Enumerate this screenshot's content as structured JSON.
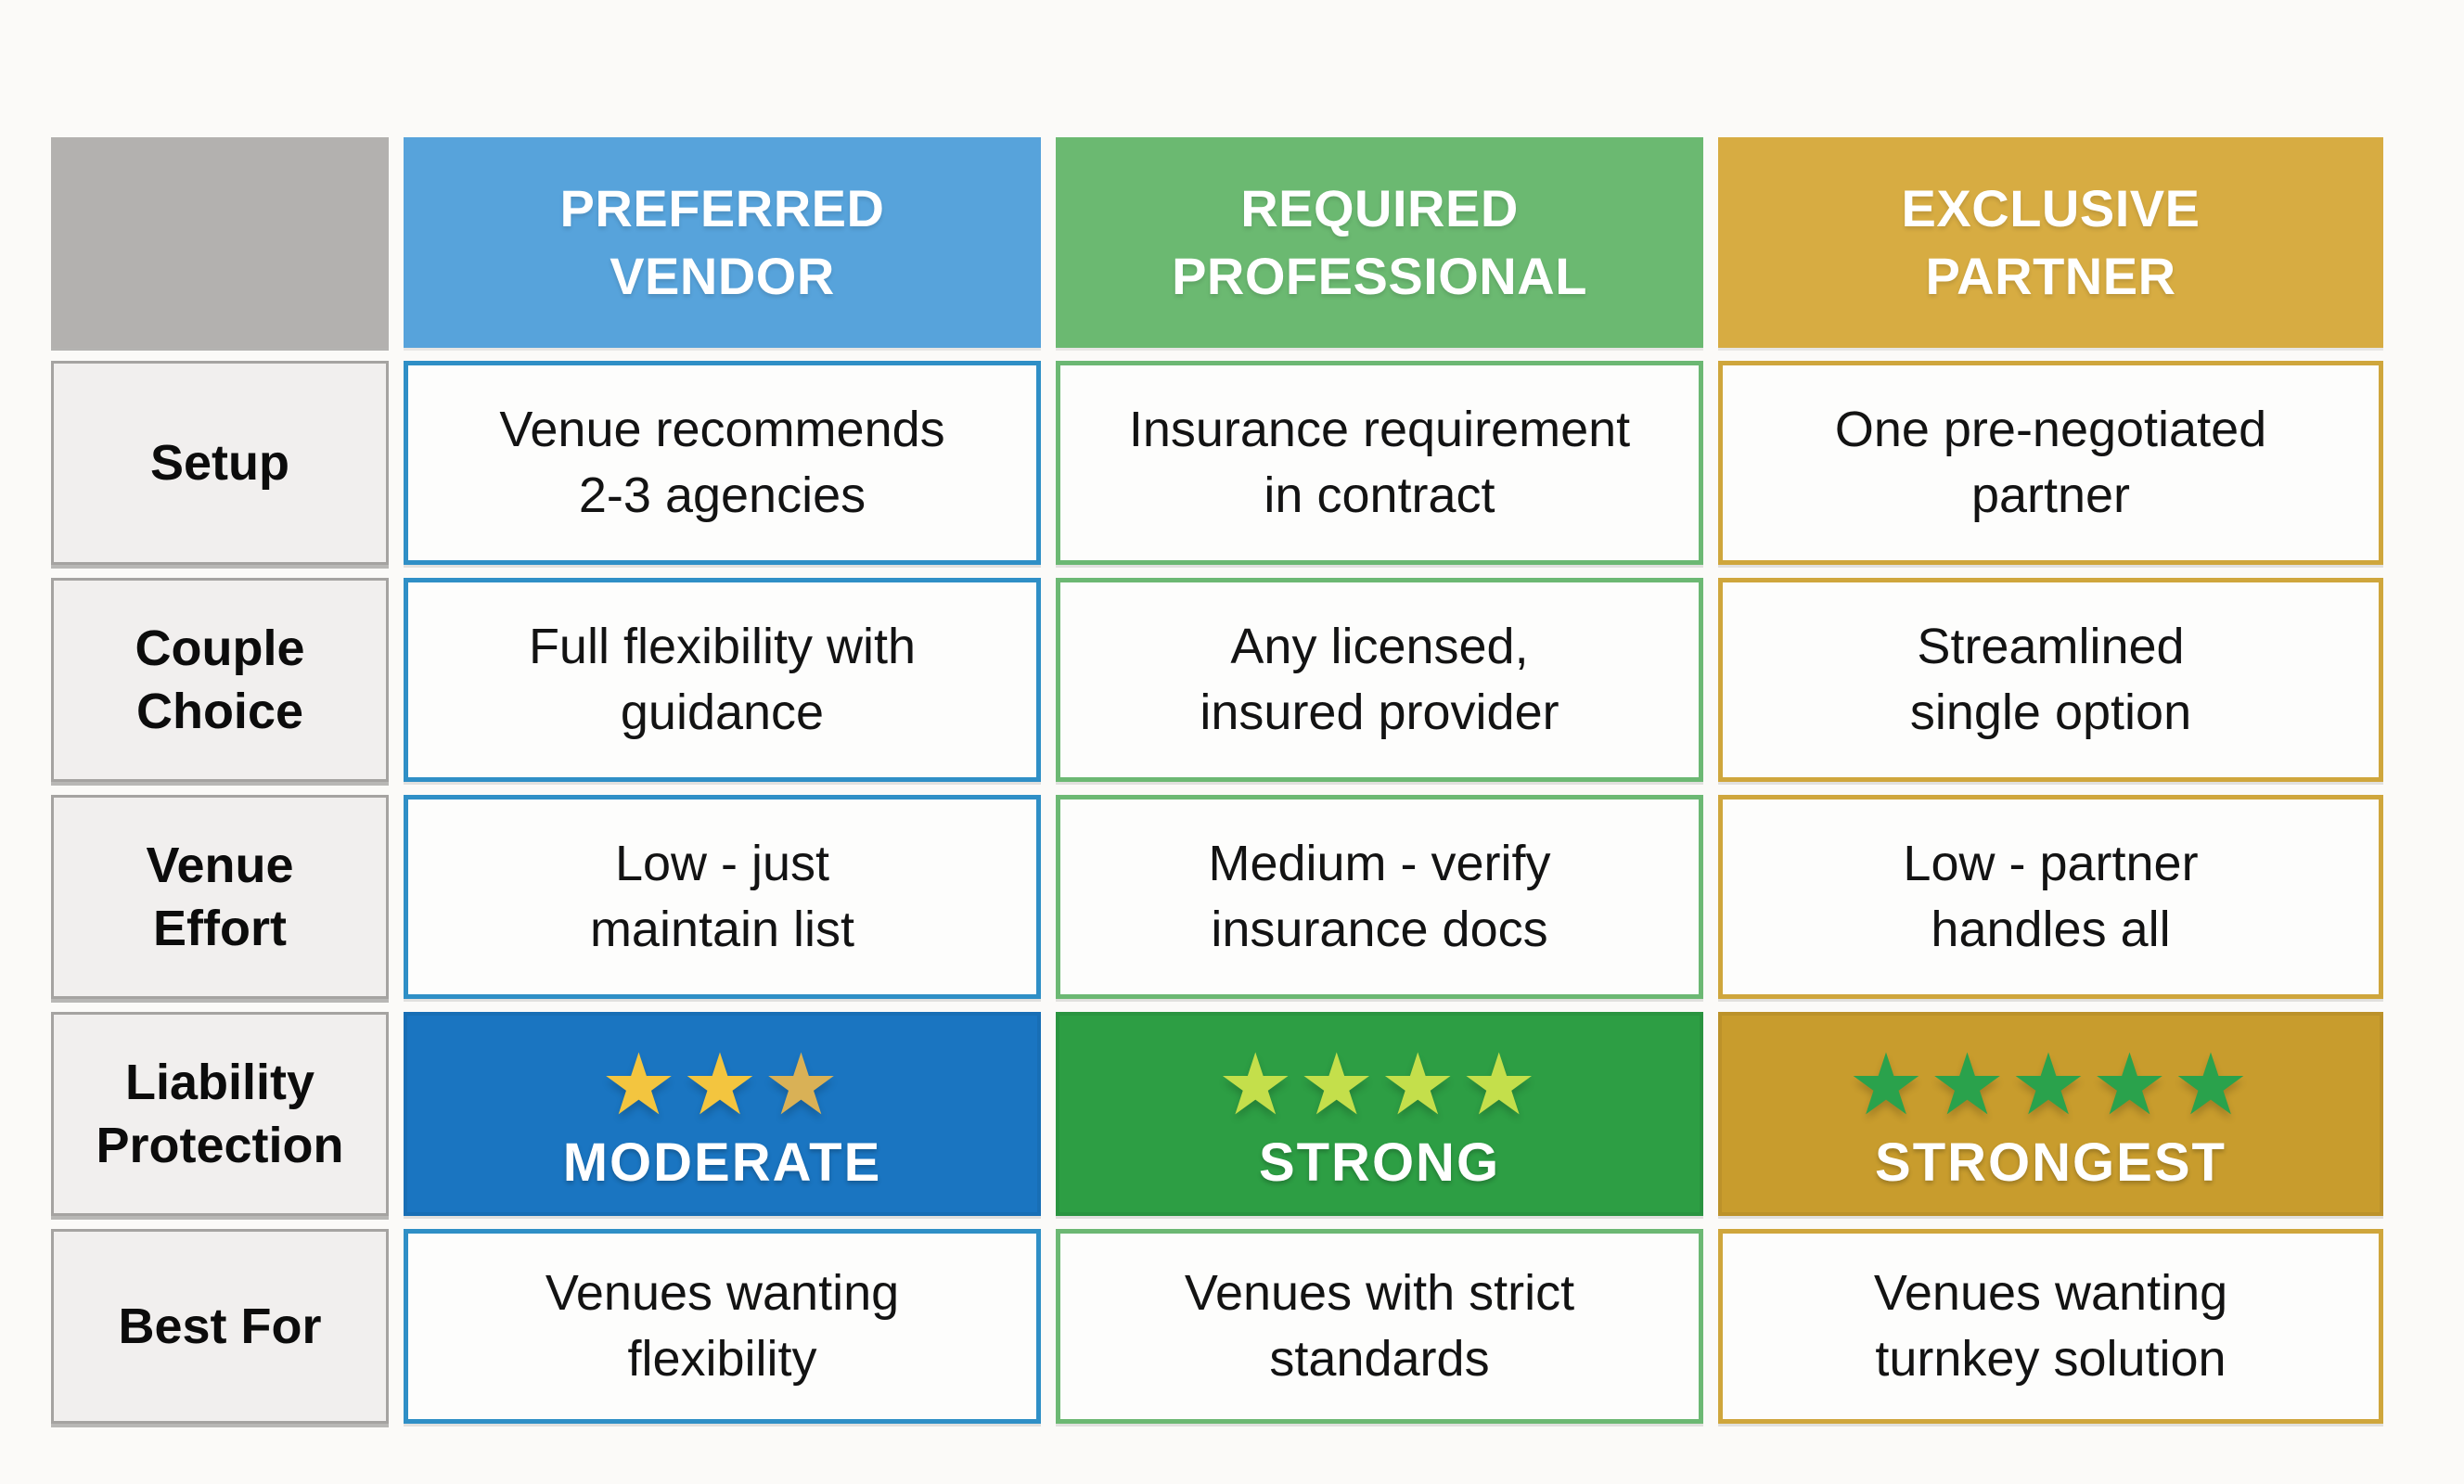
{
  "meta": {
    "page_bg": "#fbfaf8"
  },
  "chart_data": {
    "type": "table",
    "title": "",
    "columns": [
      "",
      "PREFERRED VENDOR",
      "REQUIRED PROFESSIONAL",
      "EXCLUSIVE PARTNER"
    ],
    "rows": [
      [
        "Setup",
        "Venue recommends 2-3 agencies",
        "Insurance requirement in contract",
        "One pre-negotiated partner"
      ],
      [
        "Couple Choice",
        "Full flexibility with guidance",
        "Any licensed, insured provider",
        "Streamlined single option"
      ],
      [
        "Venue Effort",
        "Low - just maintain list",
        "Medium - verify insurance docs",
        "Low - partner handles all"
      ],
      [
        "Liability Protection",
        "MODERATE (3 of 5 stars)",
        "STRONG (4 of 5 stars)",
        "STRONGEST (5 of 5 stars)"
      ],
      [
        "Best For",
        "Venues wanting flexibility",
        "Venues with strict standards",
        "Venues wanting turnkey solution"
      ]
    ],
    "star_ratings": [
      3,
      4,
      5
    ],
    "legend_position": "none",
    "grid": false
  },
  "table": {
    "corner_bg": "#b3b1af",
    "label_style": {
      "bg": "#f1efee",
      "border": "#a5a3a1"
    },
    "cols": [
      {
        "header": "PREFERRED\nVENDOR",
        "header_bg": "#57a3db",
        "border": "#2f8fc6"
      },
      {
        "header": "REQUIRED\nPROFESSIONAL",
        "header_bg": "#6bb971",
        "border": "#6cb873"
      },
      {
        "header": "EXCLUSIVE\nPARTNER",
        "header_bg": "#d7ac42",
        "border": "#cfa63c"
      }
    ],
    "rows": [
      {
        "label": "Setup",
        "cells": [
          "Venue recommends\n2-3 agencies",
          "Insurance requirement\nin contract",
          "One pre-negotiated\npartner"
        ]
      },
      {
        "label": "Couple\nChoice",
        "cells": [
          "Full flexibility with\nguidance",
          "Any licensed,\ninsured provider",
          "Streamlined\nsingle option"
        ]
      },
      {
        "label": "Venue\nEffort",
        "cells": [
          "Low - just\nmaintain list",
          "Medium - verify\ninsurance docs",
          "Low - partner\nhandles all"
        ]
      },
      {
        "label": "Liability\nProtection",
        "ratings": [
          {
            "stars": 3,
            "text": "MODERATE",
            "bg": "#1a75c1",
            "star_color": "#f3c53f",
            "star_color_last": "#d9b156"
          },
          {
            "stars": 4,
            "text": "STRONG",
            "bg": "#2d9e44",
            "star_color": "#c4df4b"
          },
          {
            "stars": 5,
            "text": "STRONGEST",
            "bg": "#c89c2d",
            "star_color": "#2aa24c"
          }
        ]
      },
      {
        "label": "Best For",
        "cells": [
          "Venues wanting\nflexibility",
          "Venues with strict\nstandards",
          "Venues wanting\nturnkey solution"
        ]
      }
    ]
  }
}
